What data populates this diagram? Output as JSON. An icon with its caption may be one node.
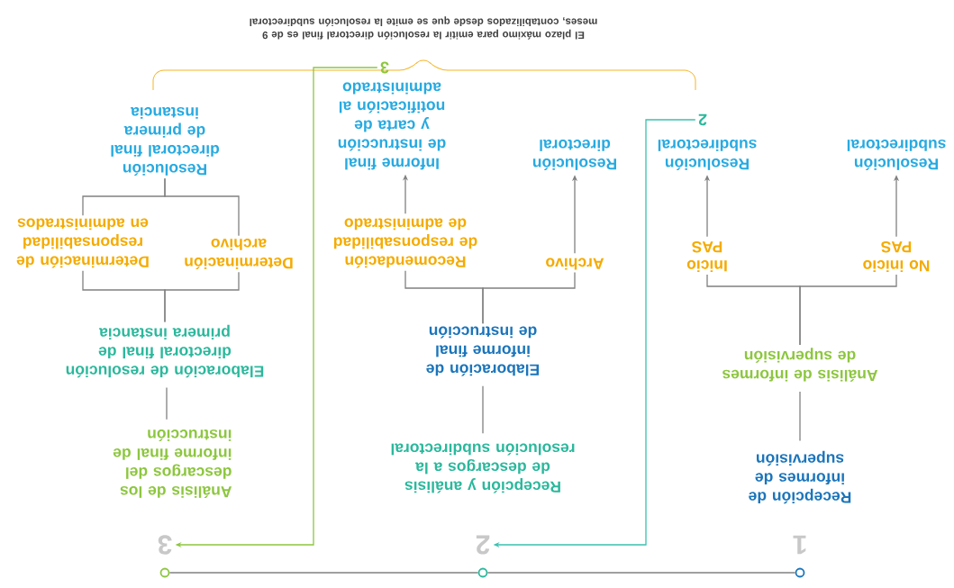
{
  "diagram": {
    "nodes": [
      {
        "text": [],
        "shape": "circle"
      },
      {
        "text": [],
        "shape": "circle"
      },
      {
        "text": [],
        "shape": "circle"
      },
      {
        "text": [
          "1"
        ]
      },
      {
        "text": [
          "2"
        ]
      },
      {
        "text": [
          "3"
        ]
      },
      {
        "text": [
          "Recepción de informes de supervisión"
        ]
      },
      {
        "text": [
          "Análisis de informes de supervisión"
        ]
      },
      {
        "text": [
          "No inicio PAS"
        ]
      },
      {
        "text": [
          "Inicio PAS"
        ]
      },
      {
        "text": [
          "Resolución subdirectoral"
        ]
      },
      {
        "text": [
          "Resolución subdirectoral"
        ]
      },
      {
        "text": [
          "2"
        ]
      },
      {
        "text": [
          "Recepción y análisis de descargos a la resolución subdirectoral"
        ]
      },
      {
        "text": [
          "Elaboración de informe final de instrucción"
        ]
      },
      {
        "text": [
          "Archivo"
        ]
      },
      {
        "text": [
          "Recomendación de responsabilidad de administrado"
        ]
      },
      {
        "text": [
          "Resolución directoral"
        ]
      },
      {
        "text": [
          "Informe final de instrucción y carta de notificación al administrado"
        ]
      },
      {
        "text": [
          "3"
        ]
      },
      {
        "text": [
          "Análisis de los descargos del informe final de instrucción"
        ]
      },
      {
        "text": [
          "Elaboración de resolución directoral final de primera instancia"
        ]
      },
      {
        "text": [
          "Determinación archivo"
        ]
      },
      {
        "text": [
          "Determinación de responsabilidad en administrados"
        ]
      },
      {
        "text": [
          "Resolución directoral final de primera instancia"
        ]
      }
    ],
    "edges": [
      {
        "from": 0,
        "to": 1,
        "arrow": "none"
      },
      {
        "from": 1,
        "to": 2,
        "arrow": "none"
      },
      {
        "from": 6,
        "to": 7,
        "arrow": "none"
      },
      {
        "from": 7,
        "to": 8,
        "arrow": "none"
      },
      {
        "from": 7,
        "to": 9,
        "arrow": "none"
      },
      {
        "from": 8,
        "to": 10,
        "arrow": "to"
      },
      {
        "from": 9,
        "to": 11,
        "arrow": "to"
      },
      {
        "from": 12,
        "to": 4,
        "arrow": "to",
        "color": "#3cc0b0"
      },
      {
        "from": 13,
        "to": 14,
        "arrow": "none"
      },
      {
        "from": 14,
        "to": 15,
        "arrow": "none"
      },
      {
        "from": 14,
        "to": 16,
        "arrow": "none"
      },
      {
        "from": 15,
        "to": 17,
        "arrow": "to"
      },
      {
        "from": 16,
        "to": 18,
        "arrow": "to"
      },
      {
        "from": 19,
        "to": 5,
        "arrow": "to",
        "color": "#8dc63f"
      },
      {
        "from": 20,
        "to": 21,
        "arrow": "none"
      },
      {
        "from": 21,
        "to": 22,
        "arrow": "none"
      },
      {
        "from": 21,
        "to": 23,
        "arrow": "none"
      },
      {
        "from": 22,
        "to": 24,
        "arrow": "none"
      },
      {
        "from": 23,
        "to": 24,
        "arrow": "none"
      }
    ],
    "labels": [
      "El plazo máximo para emitir la resolución directoral final es de 9 meses, contabilizados desde que se emite la resolución subdirectoral"
    ]
  }
}
